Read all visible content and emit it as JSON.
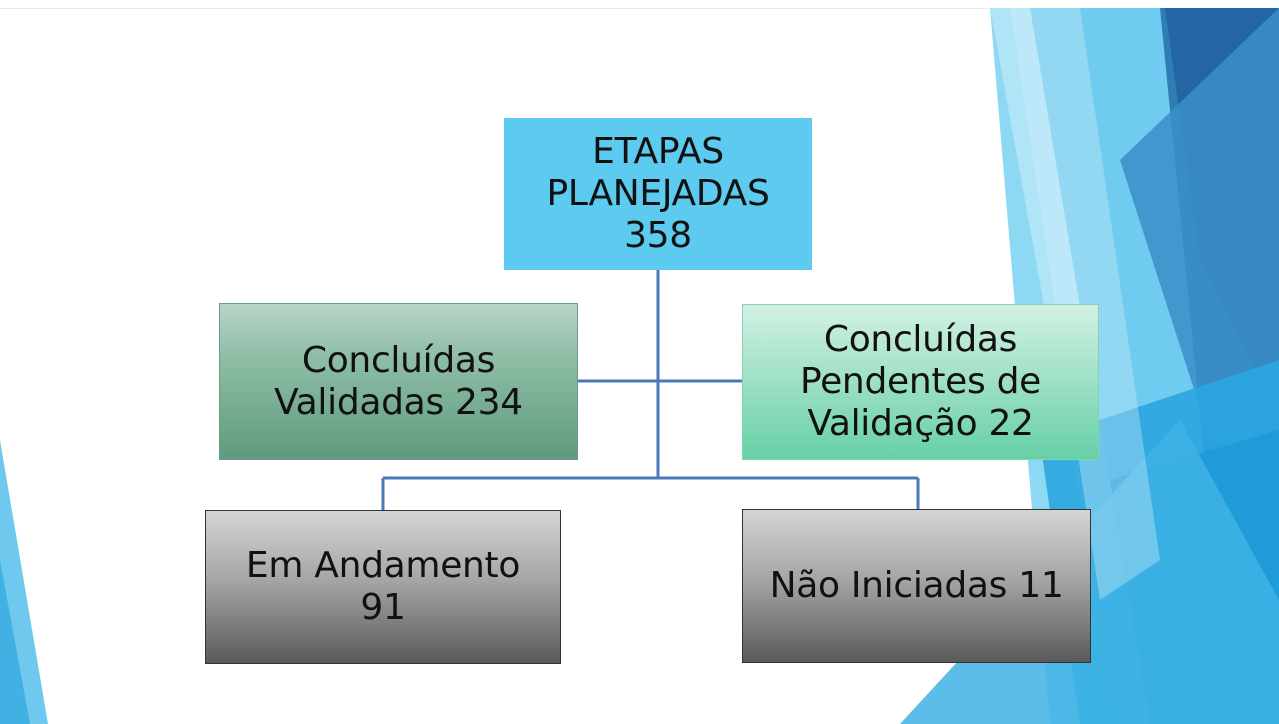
{
  "colors": {
    "root_fill": "#5ccbef",
    "validated_fill": "#8ebda6",
    "pending_fill": "#a8e3cb",
    "gray_fill": "#a6a6a6",
    "connector": "#4a7ab8",
    "accent_dark": "#2c6aa0",
    "accent_light": "#7fd0f0"
  },
  "diagram": {
    "root": {
      "label": "ETAPAS\nPLANEJADAS\n358"
    },
    "validated": {
      "label": "Concluídas\nValidadas 234"
    },
    "pending": {
      "label": "Concluídas\nPendentes de\nValidação 22"
    },
    "in_progress": {
      "label": "Em Andamento\n91"
    },
    "not_started": {
      "label": "Não Iniciadas 11"
    }
  }
}
